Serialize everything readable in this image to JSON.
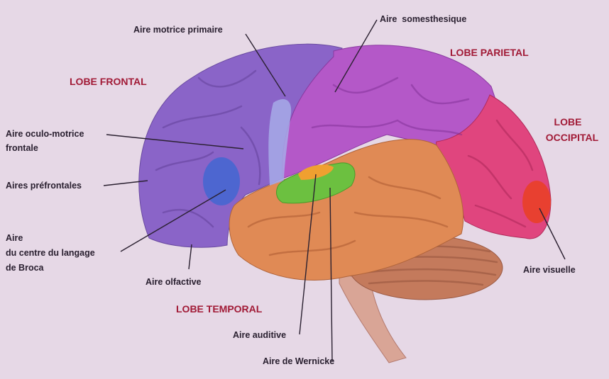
{
  "lobes": {
    "frontal": "LOBE FRONTAL",
    "parietal": "LOBE PARIETAL",
    "occipital_line1": "LOBE",
    "occipital_line2": "OCCIPITAL",
    "temporal": "LOBE TEMPORAL"
  },
  "areas": {
    "motor": "Aire motrice primaire",
    "somesthetic": "Aire  somesthesique",
    "oculomotor_line1": "Aire oculo-motrice",
    "oculomotor_line2": "frontale",
    "prefrontal": "Aires préfrontales",
    "broca_line1": "Aire",
    "broca_line2": "du centre du langage",
    "broca_line3": "de Broca",
    "olfactory": "Aire olfactive",
    "auditory": "Aire auditive",
    "wernicke": "Aire de Wernicke",
    "visual": "Aire visuelle"
  },
  "colors": {
    "background": "#e6d8e6",
    "frontal": "#8a64c8",
    "parietal": "#b458c8",
    "occipital": "#e0457e",
    "temporal": "#e08a55",
    "cerebellum": "#c47a5c",
    "brainstem": "#d9a596",
    "broca": "#4d66d0",
    "wernicke": "#6cc040",
    "auditory": "#f0a030",
    "visual": "#e84030",
    "motor": "#a6aae8",
    "lobe_label": "#a11a36"
  }
}
